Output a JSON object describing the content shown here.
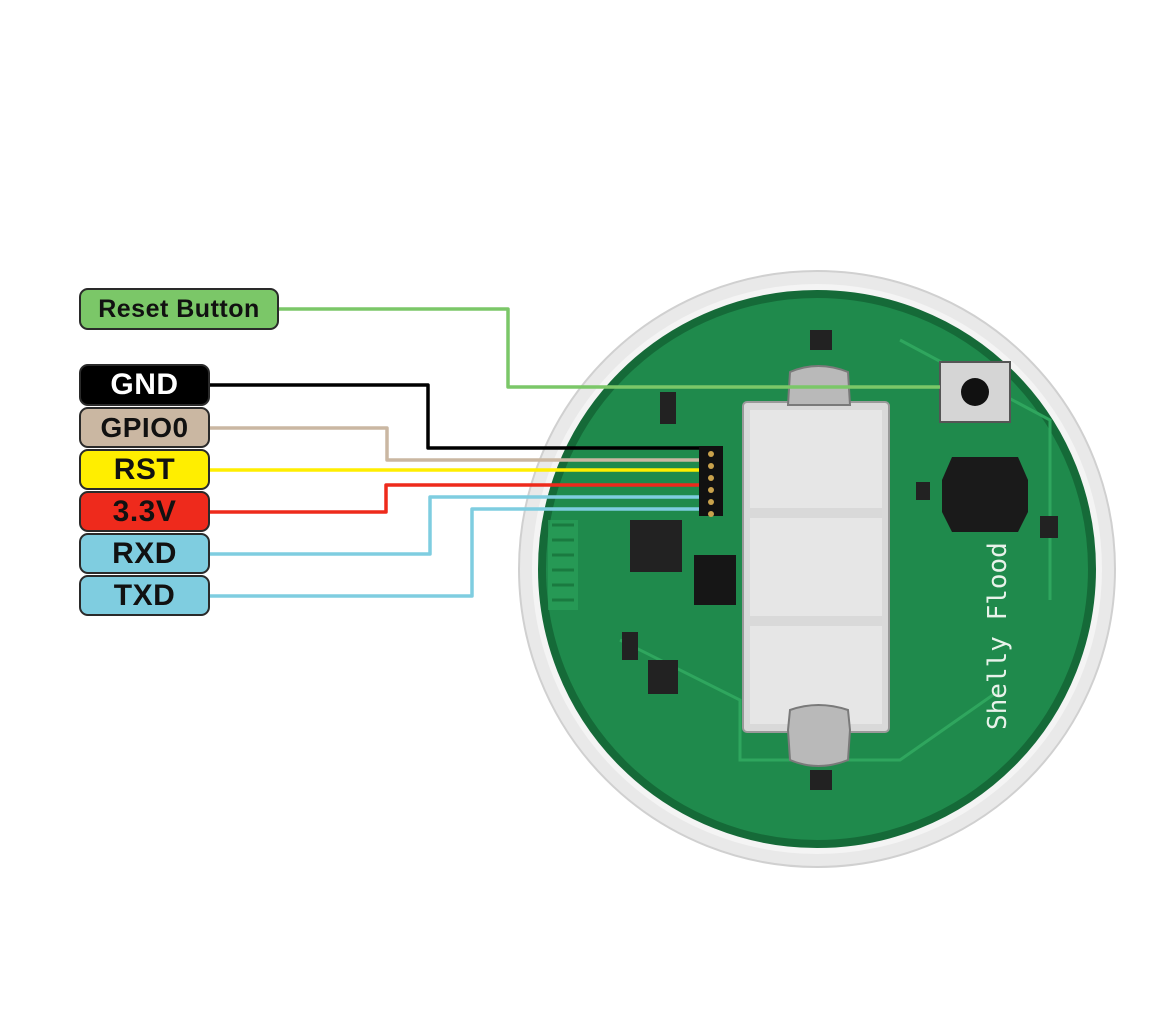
{
  "labels": {
    "reset_button": "Reset Button",
    "gnd": "GND",
    "gpio0": "GPIO0",
    "rst": "RST",
    "v33": "3.3V",
    "rxd": "RXD",
    "txd": "TXD"
  },
  "board": {
    "silkscreen": "Shelly Flood"
  },
  "colors": {
    "reset": "#7bc768",
    "gnd": "#000000",
    "gpio0": "#cab7a2",
    "rst": "#ffee00",
    "v33": "#ee2a1c",
    "rxd": "#7fcde0",
    "txd": "#7fcde0",
    "pcb": "#1f8a4c",
    "housing": "#ececec"
  }
}
